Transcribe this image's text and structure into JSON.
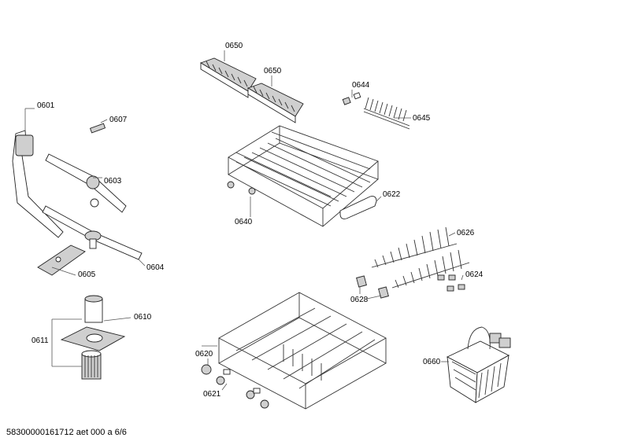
{
  "labels": {
    "p0650a": "0650",
    "p0650b": "0650",
    "p0644": "0644",
    "p0645": "0645",
    "p0601": "0601",
    "p0607": "0607",
    "p0603": "0603",
    "p0604": "0604",
    "p0605": "0605",
    "p0640": "0640",
    "p0622": "0622",
    "p0626": "0626",
    "p0624": "0624",
    "p0628": "0628",
    "p0610": "0610",
    "p0611": "0611",
    "p0620": "0620",
    "p0621": "0621",
    "p0660": "0660"
  },
  "footer": "58300000161712 aet 000 a 6/6"
}
